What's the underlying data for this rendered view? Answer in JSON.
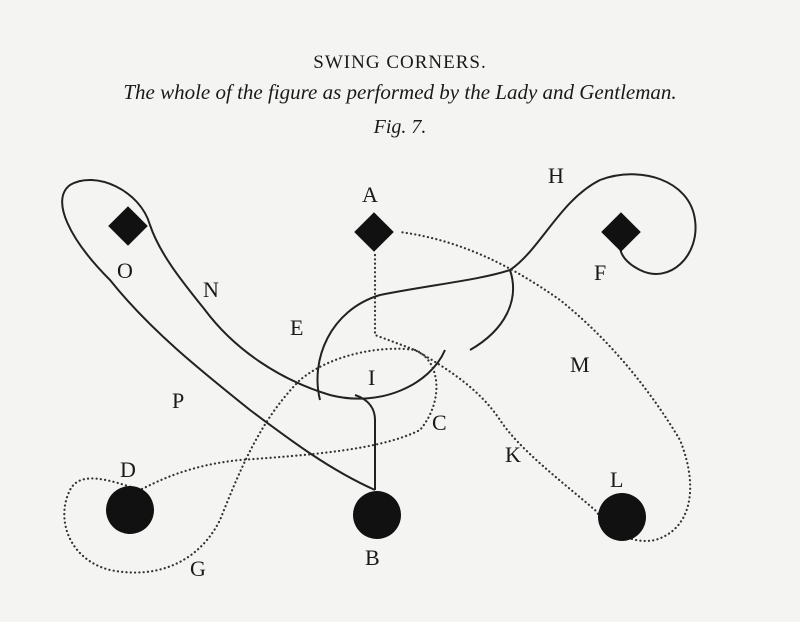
{
  "header": {
    "title": "SWING CORNERS.",
    "subtitle": "The whole of the figure as performed by the Lady and Gentleman.",
    "fig": "Fig. 7."
  },
  "labels": {
    "A": "A",
    "B": "B",
    "C": "C",
    "D": "D",
    "E": "E",
    "F": "F",
    "G": "G",
    "H": "H",
    "I": "I",
    "K": "K",
    "L": "L",
    "M": "M",
    "N": "N",
    "O": "O",
    "P": "P"
  },
  "markers": {
    "diamonds": [
      "O",
      "A",
      "F"
    ],
    "circles": [
      "D",
      "B",
      "L"
    ]
  },
  "colors": {
    "ink": "#1a1a1a",
    "paper": "#f4f4f2"
  }
}
